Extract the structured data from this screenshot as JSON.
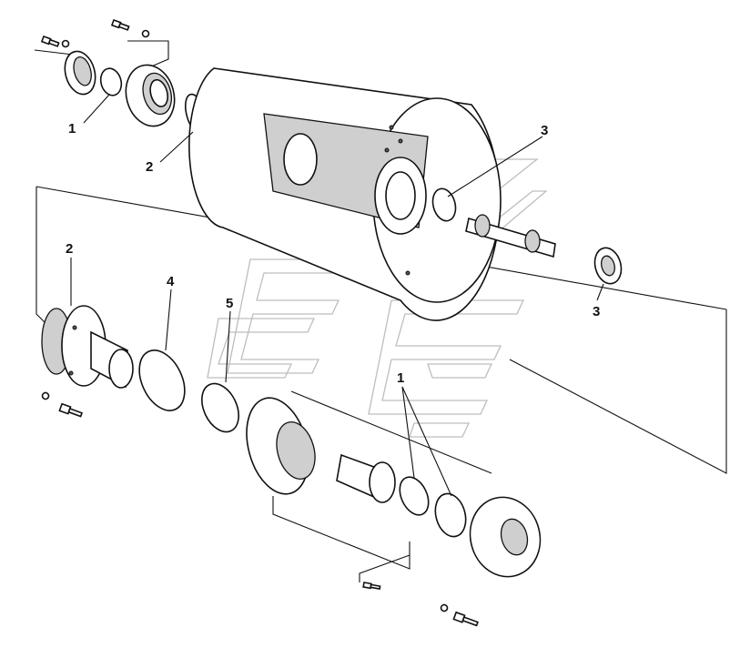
{
  "callouts": {
    "c1_top": "1",
    "c2_top": "2",
    "c3_top": "3",
    "c3_right": "3",
    "c2_left": "2",
    "c4": "4",
    "c5": "5",
    "c1_bottom": "1"
  }
}
